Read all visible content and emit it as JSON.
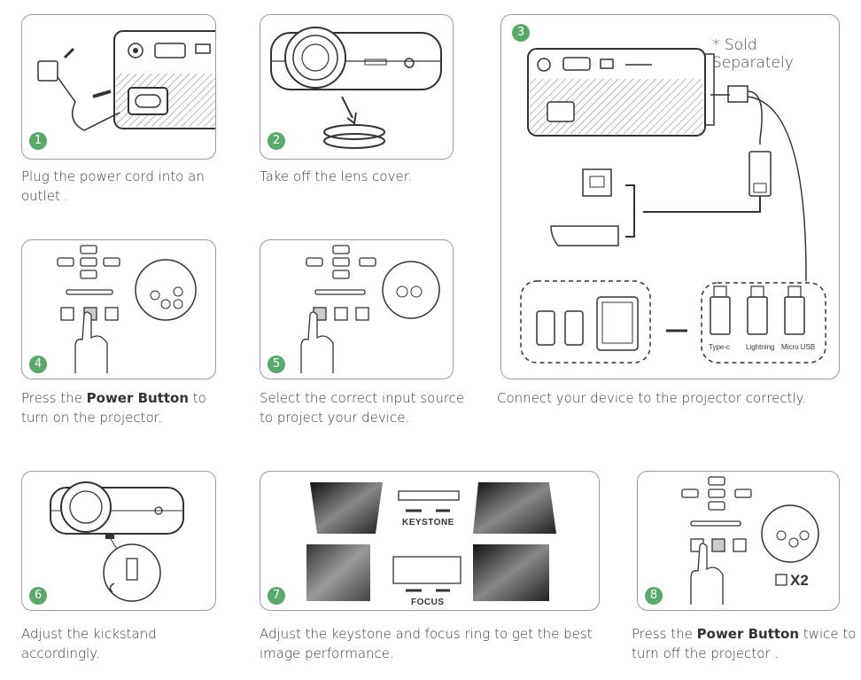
{
  "steps": [
    {
      "n": "1",
      "caption_a": "Plug the power cord into an",
      "caption_b": "outlet ."
    },
    {
      "n": "2",
      "caption_a": "Take off the lens cover.",
      "caption_b": ""
    },
    {
      "n": "3",
      "caption_a": "Connect your device to the projector correctly.",
      "caption_b": ""
    },
    {
      "n": "4",
      "caption_pre": "Press the ",
      "caption_bold": "Power Button",
      "caption_post": " to",
      "caption_b": "turn on the projector."
    },
    {
      "n": "5",
      "caption_a": "Select the correct input source",
      "caption_b": "to project your device."
    },
    {
      "n": "6",
      "caption_a": "Adjust the kickstand",
      "caption_b": "accordingly."
    },
    {
      "n": "7",
      "caption_a": "Adjust the keystone and focus ring to get the best",
      "caption_b": "image performance."
    },
    {
      "n": "8",
      "caption_pre": "Press the ",
      "caption_bold": "Power Button",
      "caption_post": " twice to",
      "caption_b": "turn off the projector ."
    }
  ],
  "sold_separately": "* Sold Separately",
  "cable_labels": [
    "Type-c",
    "Lightning",
    "Micro USB"
  ],
  "keystone_label": "KEYSTONE",
  "focus_label": "FOCUS",
  "times_label": "X2",
  "accent_color": "#5aa96b"
}
